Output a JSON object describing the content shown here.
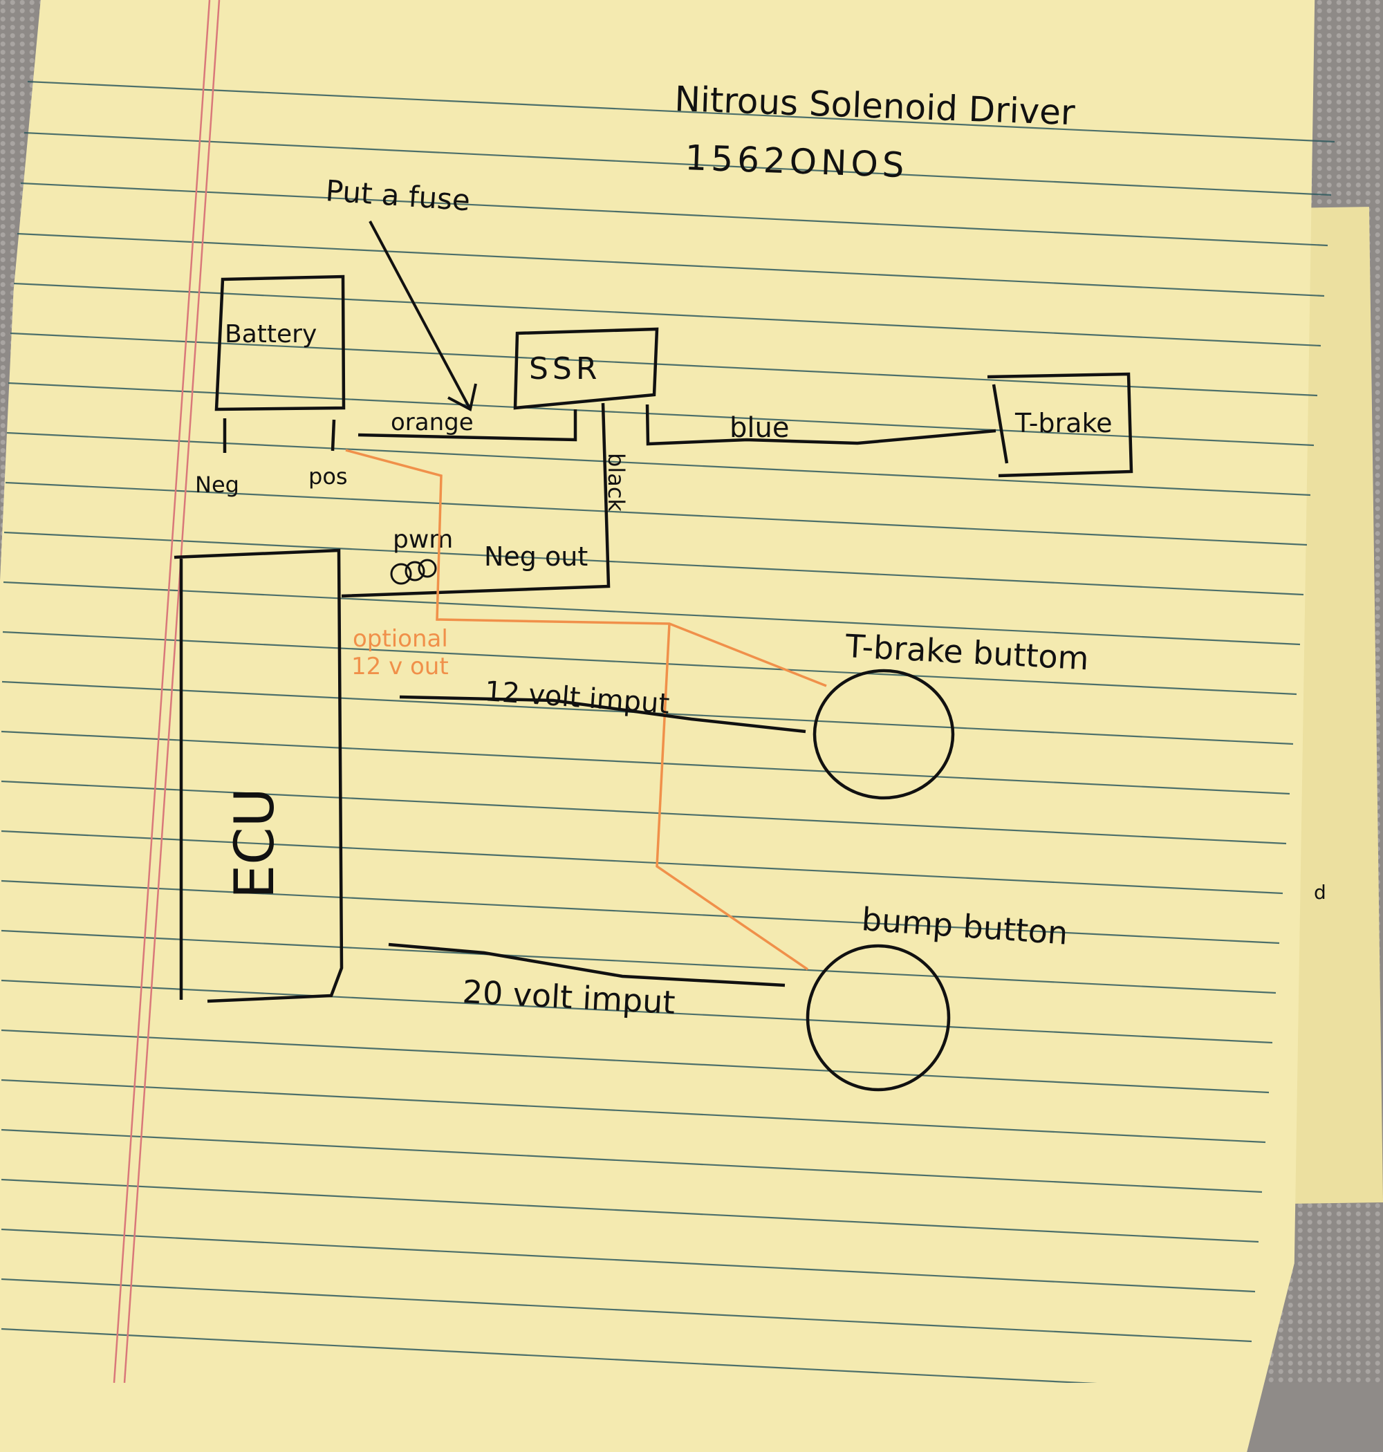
{
  "title": "Nitrous Solenoid Driver",
  "subtitle": "1562ONOS",
  "notes": {
    "fuse_note": "Put a fuse"
  },
  "components": {
    "battery": {
      "label": "Battery",
      "terminals": {
        "neg": "Neg",
        "pos": "pos"
      }
    },
    "ssr": {
      "label": "SSR"
    },
    "tbrake": {
      "label": "T-brake"
    },
    "ecu": {
      "label": "ECU"
    },
    "tbrake_button": {
      "label": "T-brake buttom"
    },
    "bump_button": {
      "label": "bump button"
    }
  },
  "wires": {
    "orange": "orange",
    "blue": "blue",
    "black": "black",
    "pwm": "pwm",
    "neg_out": "Neg out",
    "optional_line1": "optional",
    "optional_line2": "12 v out",
    "input12": "12 volt imput",
    "input20": "20 volt imput"
  },
  "margin_mark": "d",
  "colors": {
    "paper": "#f4eab0",
    "rule_line": "#2f5a5e",
    "margin_line": "#d9787a",
    "ink": "#111111",
    "orange_wire": "#f0904a"
  }
}
